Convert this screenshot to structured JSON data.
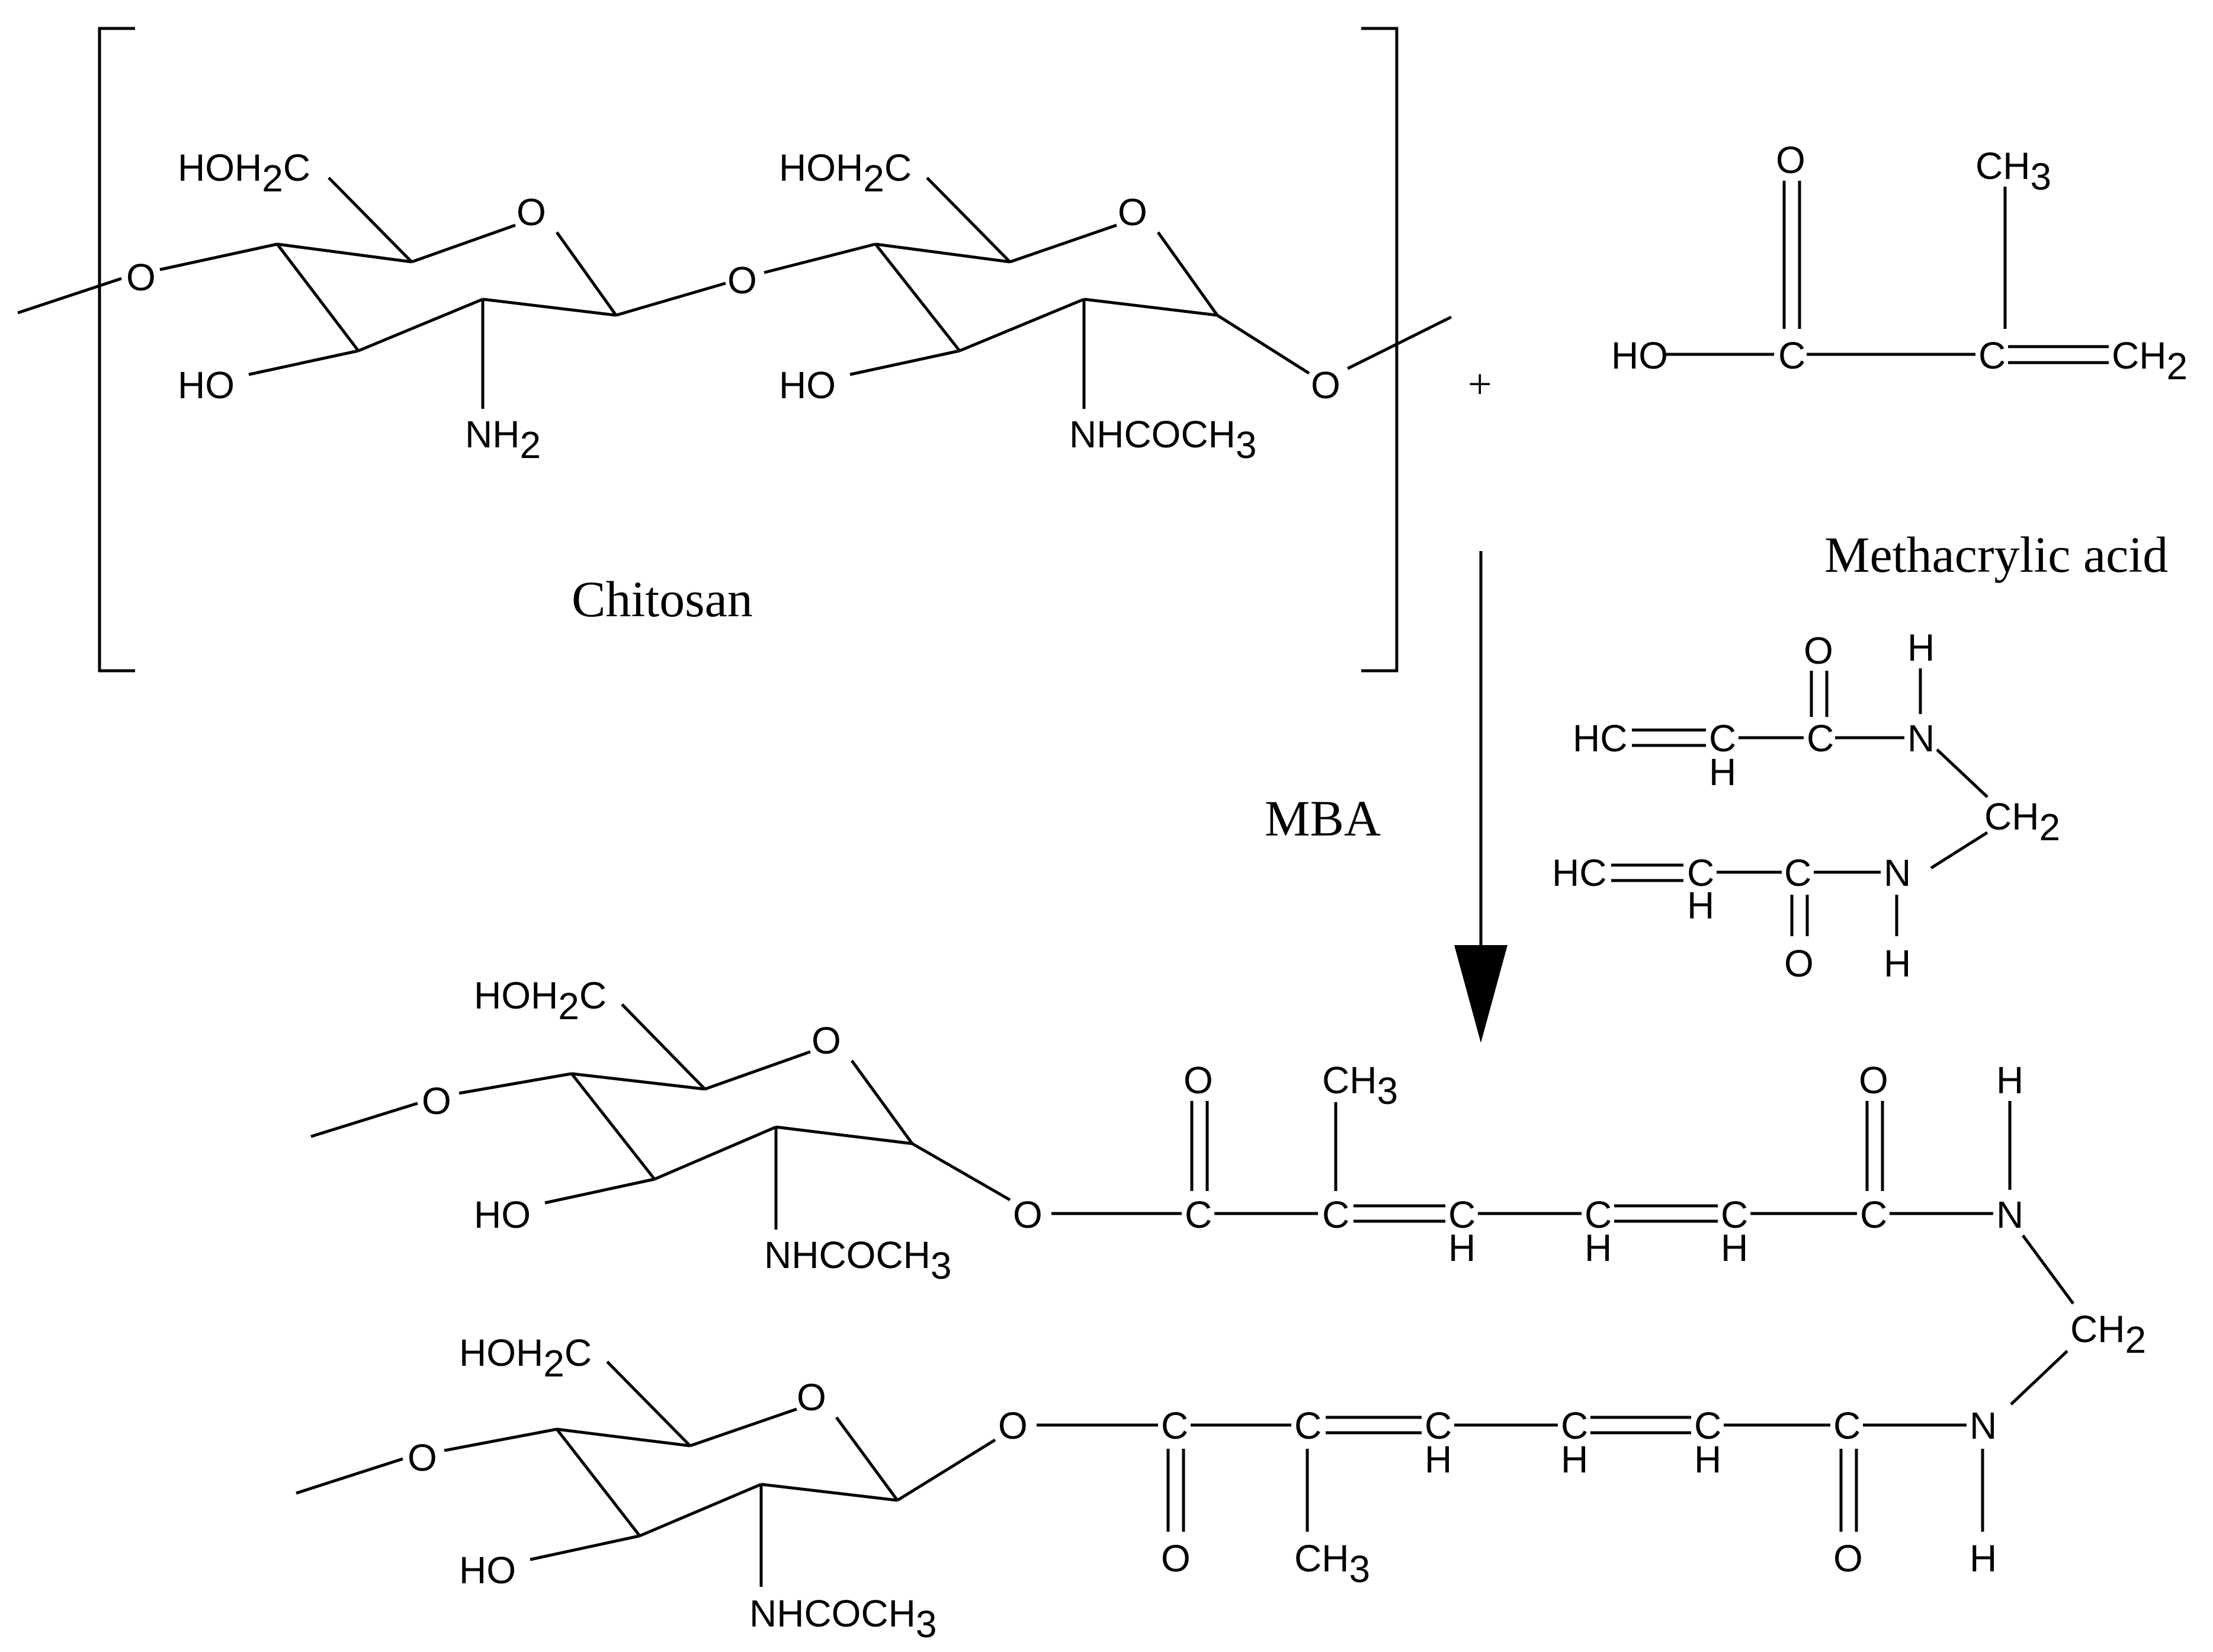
{
  "labels": {
    "chitosan": "Chitosan",
    "methacrylic_acid": "Methacrylic acid",
    "mba": "MBA",
    "plus": "+"
  },
  "atoms": {
    "HOH": "HOH",
    "sub2": "2",
    "sub3": "3",
    "C": "C",
    "O": "O",
    "HO": "HO",
    "NH": "NH",
    "NHCOCH": "NHCOCH",
    "CH": "CH",
    "HC": "HC",
    "H": "H",
    "N": "N"
  }
}
